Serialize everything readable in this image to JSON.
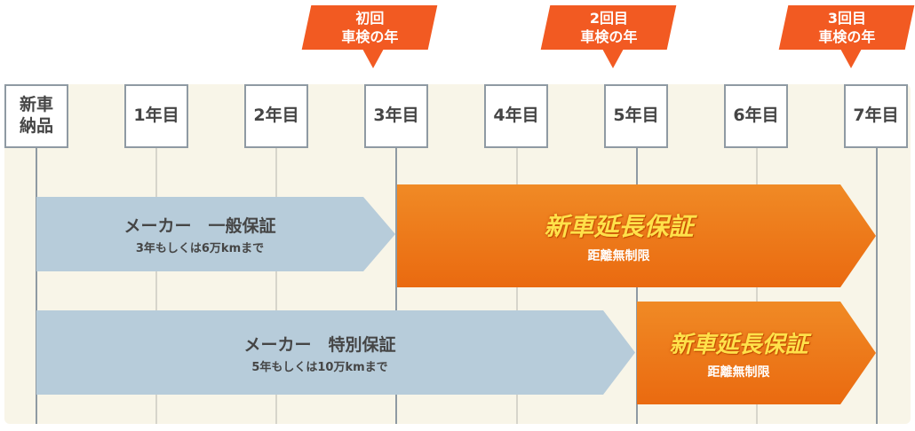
{
  "years": [
    {
      "id": "new",
      "label": "新車\n納品"
    },
    {
      "id": "y1",
      "label": "1年目"
    },
    {
      "id": "y2",
      "label": "2年目"
    },
    {
      "id": "y3",
      "label": "3年目"
    },
    {
      "id": "y4",
      "label": "4年目"
    },
    {
      "id": "y5",
      "label": "5年目"
    },
    {
      "id": "y6",
      "label": "6年目"
    },
    {
      "id": "y7",
      "label": "7年目"
    }
  ],
  "callouts": [
    {
      "line1": "初回",
      "line2": "車検の年"
    },
    {
      "line1": "2回目",
      "line2": "車検の年"
    },
    {
      "line1": "3回目",
      "line2": "車検の年"
    }
  ],
  "row1": {
    "maker": {
      "title": "メーカー　一般保証",
      "sub": "3年もしくは6万kmまで"
    },
    "extended": {
      "title": "新車延長保証",
      "sub": "距離無制限"
    }
  },
  "row2": {
    "maker": {
      "title": "メーカー　特別保証",
      "sub": "5年もしくは10万kmまで"
    },
    "extended": {
      "title": "新車延長保証",
      "sub": "距離無制限"
    }
  },
  "colors": {
    "accent": "#f25a22",
    "orange": "#ee7a18",
    "blue": "#b7ccda",
    "panel": "#f8f5e8",
    "border": "#8f9aa3"
  }
}
